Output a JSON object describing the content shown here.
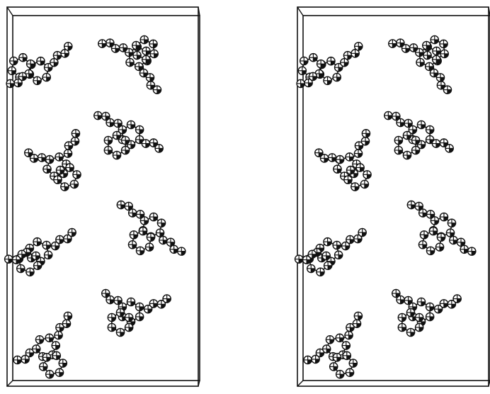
{
  "figure": {
    "kind": "stereo-pair",
    "views": [
      {
        "id": "left",
        "ink": "#111111"
      },
      {
        "id": "right",
        "ink": "#111111"
      }
    ],
    "molecule_count": 8,
    "ring_atom_count": 6,
    "atom_style": "thermal-ellipsoid-octant",
    "background": "#ffffff"
  }
}
